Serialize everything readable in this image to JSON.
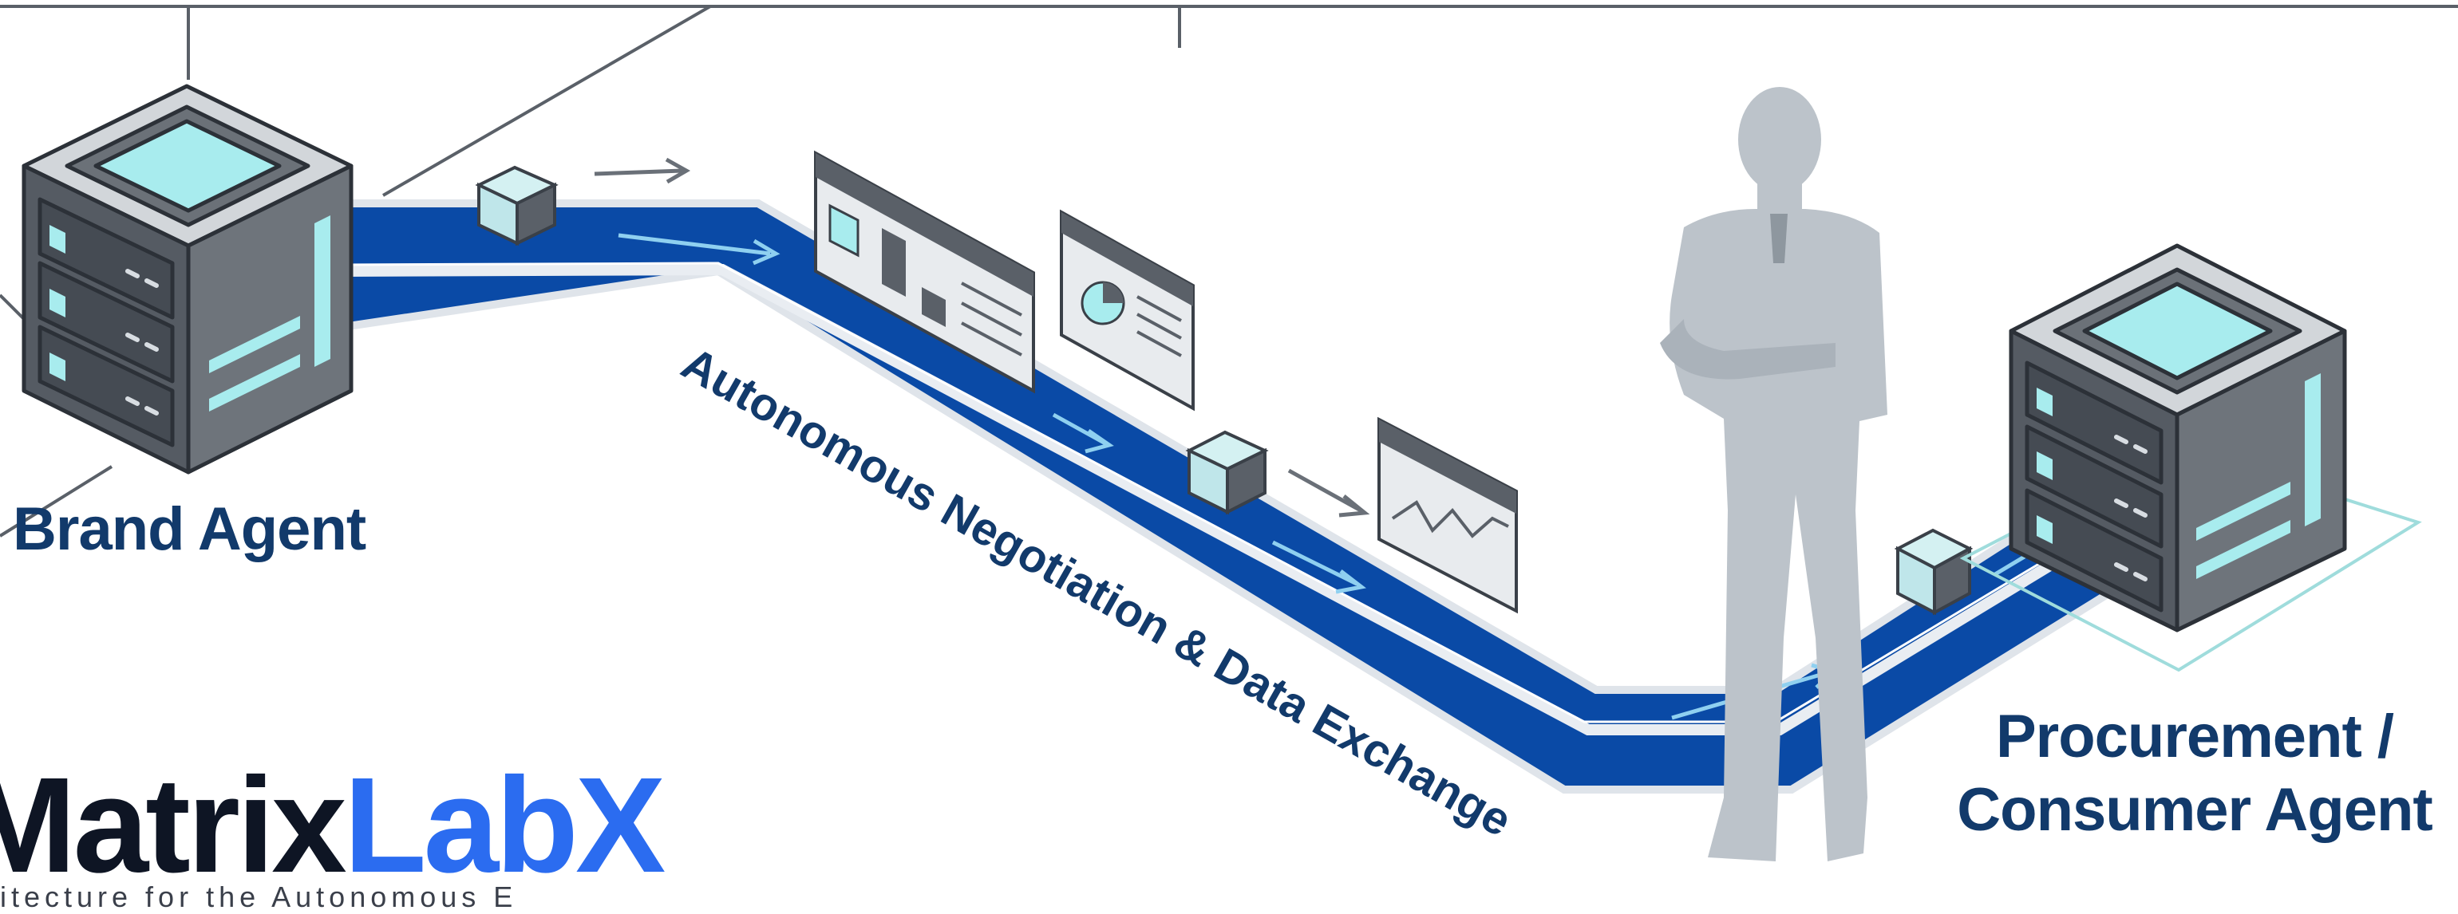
{
  "labels": {
    "left_agent": "Brand Agent",
    "right_agent_line1": "Procurement /",
    "right_agent_line2": "Consumer Agent",
    "pipeline": "Autonomous Negotiation & Data Exchange"
  },
  "branding": {
    "logo_part1": "Matrix",
    "logo_part2": "LabX",
    "tagline": "itecture for the Autonomous E"
  },
  "colors": {
    "pipe_blue": "#0a4aa6",
    "pipe_edge": "#dfe4ea",
    "server_dark": "#4a5058",
    "screen_cyan": "#a8ecee",
    "silhouette": "#bcc3ca",
    "label_navy": "#123a6b",
    "logo_dark": "#0e1524",
    "logo_blue": "#2b6cf0"
  },
  "icons": [
    "server-icon",
    "data-packet-icon",
    "document-icon",
    "pie-chart-icon",
    "line-chart-icon",
    "businessman-silhouette",
    "flow-arrow-icon"
  ]
}
